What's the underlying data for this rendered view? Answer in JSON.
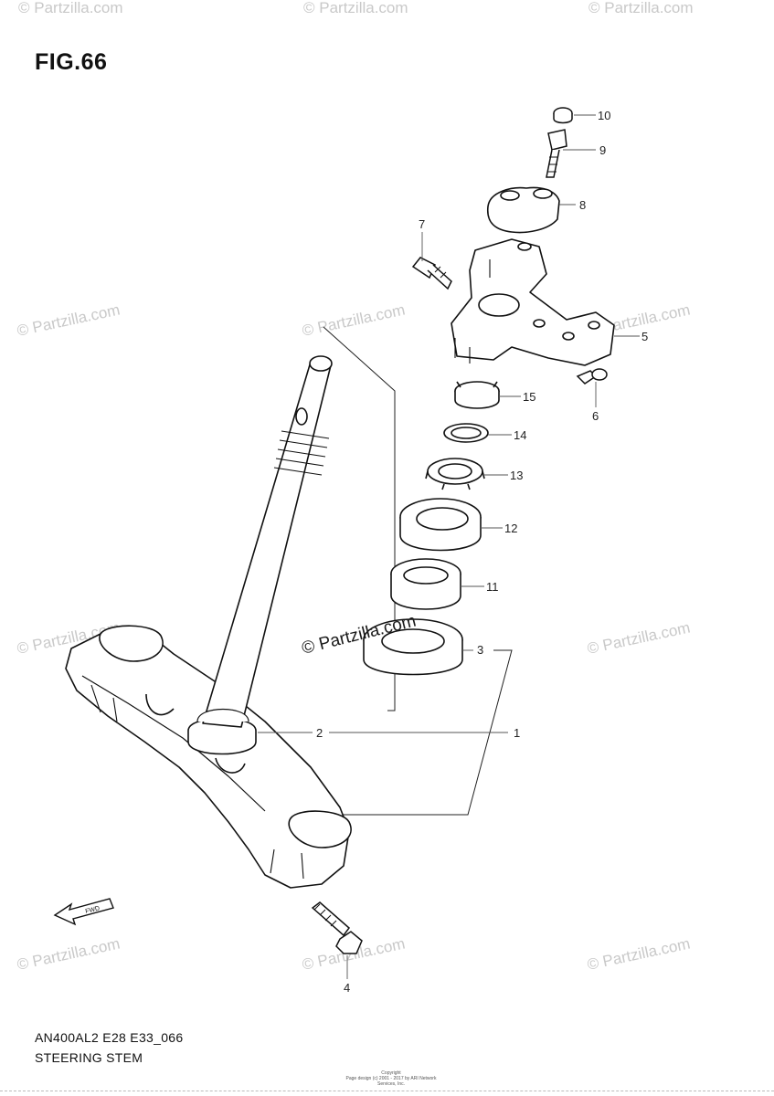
{
  "figure": {
    "title": "FIG.66",
    "model_code": "AN400AL2 E28 E33_066",
    "section_name": "STEERING STEM"
  },
  "callouts": [
    "1",
    "2",
    "3",
    "4",
    "5",
    "6",
    "7",
    "8",
    "9",
    "10",
    "11",
    "12",
    "13",
    "14",
    "15"
  ],
  "watermarks": {
    "main": "Partzilla.com",
    "repeat": "Partzilla.com"
  },
  "copyright": {
    "line1": "Copyright",
    "line2": "Page design (c) 2001 - 2017 by ARI Network Services, Inc."
  },
  "fwd_label": "FWD",
  "colors": {
    "ink": "#1a1a1a",
    "watermark": "#c9c9c9",
    "leader": "#555555"
  }
}
